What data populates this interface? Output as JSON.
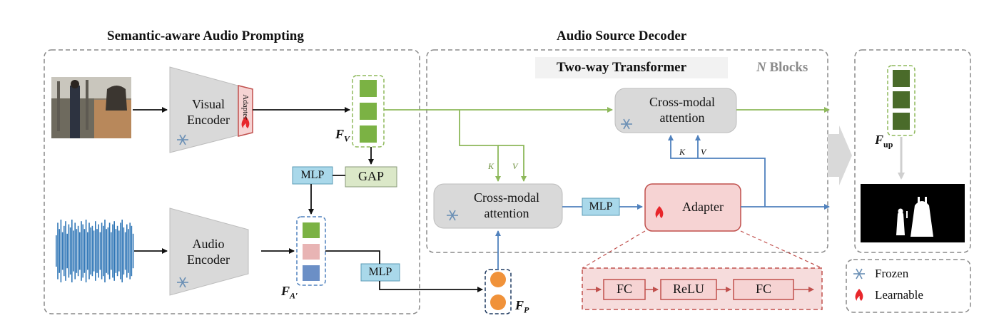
{
  "titles": {
    "left": "Semantic-aware Audio Prompting",
    "middle": "Audio Source Decoder",
    "transformer": "Two-way Transformer",
    "blocks_n": "N",
    "blocks_word": "Blocks"
  },
  "prompting": {
    "visual_encoder": "Visual Encoder",
    "adapter_vertical": "Adapter",
    "audio_encoder": "Audio Encoder",
    "gap": "GAP",
    "mlp_top": "MLP",
    "mlp_bottom": "MLP",
    "fv_main": "F",
    "fv_sub": "V",
    "fa_main": "F",
    "fa_sub": "A′",
    "fp_main": "F",
    "fp_sub": "P"
  },
  "decoder": {
    "cross_attn_top": "Cross-modal attention",
    "cross_attn_bottom": "Cross-modal attention",
    "mlp": "MLP",
    "adapter": "Adapter",
    "k_top": "K",
    "v_top": "V",
    "k_bottom": "K",
    "v_bottom": "V"
  },
  "adapter_detail": {
    "fc1": "FC",
    "relu": "ReLU",
    "fc2": "FC"
  },
  "output": {
    "fup_main": "F",
    "fup_sub": "up"
  },
  "legend": {
    "frozen": "Frozen",
    "learnable": "Learnable"
  },
  "colors": {
    "green_feature": "#7bb244",
    "dark_green_feature": "#4a6b2a",
    "pink_feature": "#e8b4b4",
    "blue_feature": "#6b8fc6",
    "orange_feature": "#f0923a",
    "mlp_fill": "#a9d8ea",
    "gap_fill": "#dbe8c8",
    "adapter_fill": "#f6d3d3",
    "adapter_stroke": "#c0504d",
    "green_arrow": "#8db85a",
    "blue_arrow": "#4f81bd",
    "gray_box": "#d9d9d9"
  }
}
